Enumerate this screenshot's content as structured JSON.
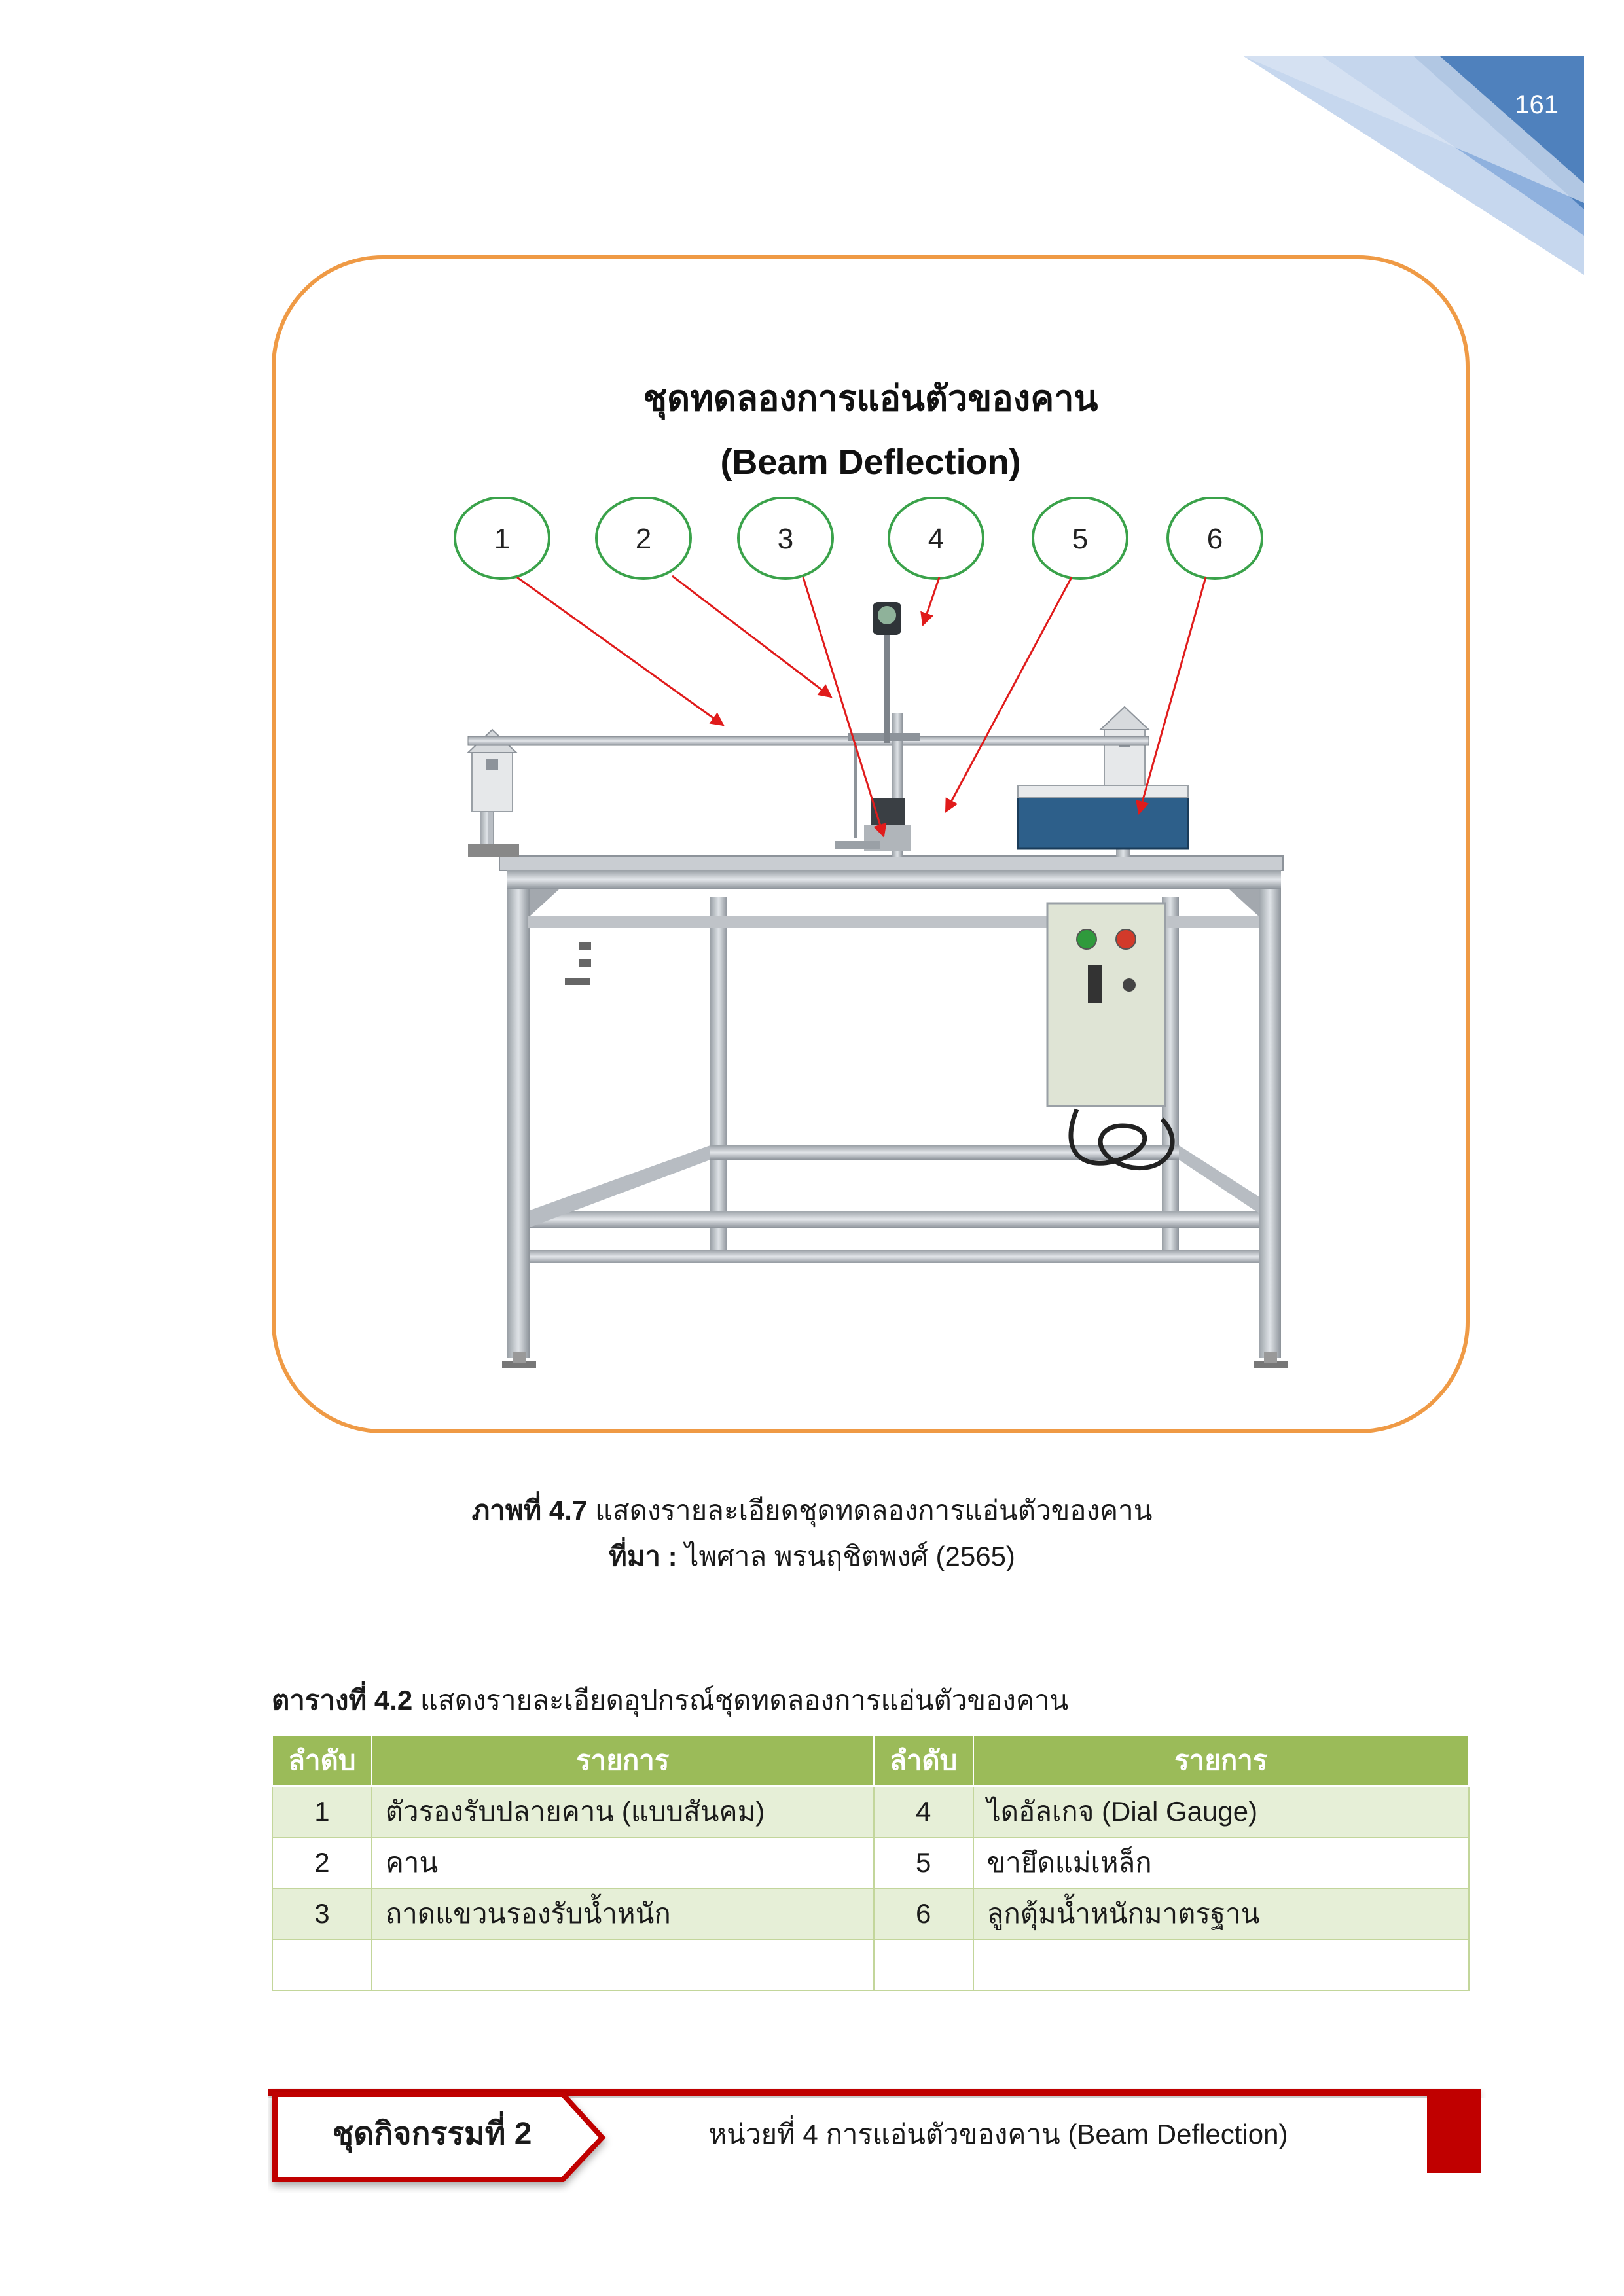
{
  "page_number": "161",
  "figure": {
    "title_th": "ชุดทดลองการแอ่นตัวของคาน",
    "title_en": "(Beam Deflection)",
    "callouts": [
      "1",
      "2",
      "3",
      "4",
      "5",
      "6"
    ],
    "caption_label": "ภาพที่ 4.7",
    "caption_text": "แสดงรายละเอียดชุดทดลองการแอ่นตัวของคาน",
    "source_label": "ที่มา :",
    "source_text": "ไพศาล พรนฤชิตพงศ์ (2565)"
  },
  "table": {
    "caption_label": "ตารางที่ 4.2",
    "caption_text": "แสดงรายละเอียดอุปกรณ์ชุดทดลองการแอ่นตัวของคาน",
    "headers": [
      "ลำดับ",
      "รายการ",
      "ลำดับ",
      "รายการ"
    ],
    "rows": [
      [
        "1",
        "ตัวรองรับปลายคาน (แบบสันคม)",
        "4",
        "ไดอัลเกจ (Dial Gauge)"
      ],
      [
        "2",
        "คาน",
        "5",
        "ขายึดแม่เหล็ก"
      ],
      [
        "3",
        "ถาดแขวนรองรับน้ำหนัก",
        "6",
        "ลูกตุ้มน้ำหนักมาตรฐาน"
      ],
      [
        "",
        "",
        "",
        ""
      ]
    ]
  },
  "footer": {
    "activity_label": "ชุดกิจกรรมที่ 2",
    "unit_text": "หน่วยที่ 4 การแอ่นตัวของคาน (Beam Deflection)"
  },
  "colors": {
    "frame": "#ef9a45",
    "callout_circle": "#3aa24a",
    "arrow": "#e01b1b",
    "table_header": "#9bbb59",
    "table_band": "#e6efd7",
    "footer_red": "#c00000",
    "corner_blue": "#4f81bd"
  }
}
